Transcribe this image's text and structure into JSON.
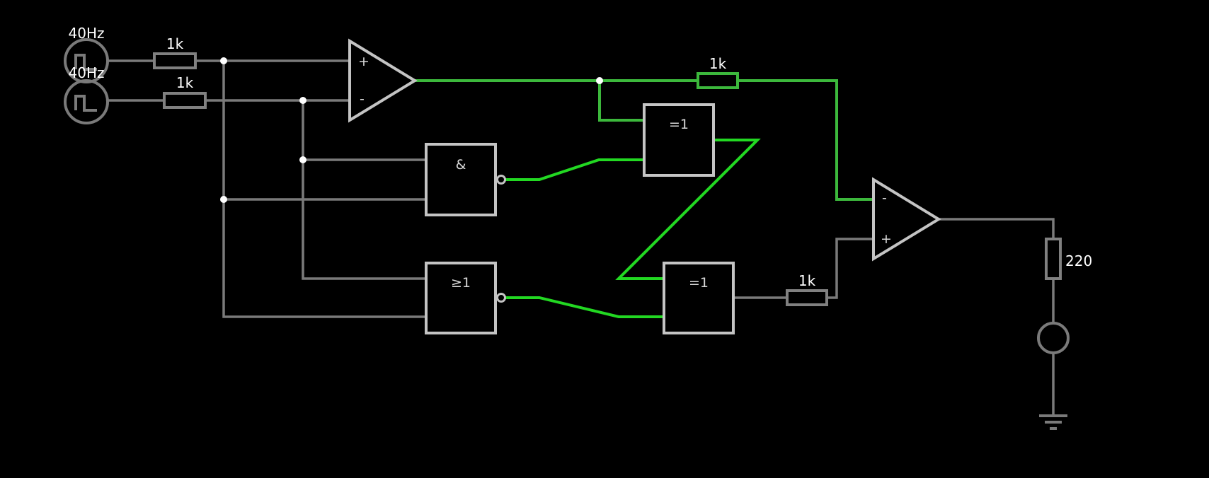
{
  "diagram": {
    "sources": [
      {
        "id": "source-1",
        "label": "40Hz"
      },
      {
        "id": "source-2",
        "label": "40Hz"
      }
    ],
    "resistors": [
      {
        "id": "r1",
        "label": "1k"
      },
      {
        "id": "r2",
        "label": "1k"
      },
      {
        "id": "r3",
        "label": "1k"
      },
      {
        "id": "r4",
        "label": "1k"
      },
      {
        "id": "r5",
        "label": "220"
      }
    ],
    "gates": [
      {
        "id": "nand-gate",
        "label": "&"
      },
      {
        "id": "nor-gate",
        "label": "≥1"
      },
      {
        "id": "xor-gate-1",
        "label": "=1"
      },
      {
        "id": "xor-gate-2",
        "label": "=1"
      }
    ],
    "opamps": [
      {
        "id": "opamp-1",
        "plus": "+",
        "minus": "-"
      },
      {
        "id": "opamp-2",
        "plus": "+",
        "minus": "-"
      }
    ],
    "colors": {
      "background": "#000000",
      "wire_inactive": "#7a7a7a",
      "wire_active": "#22d822",
      "component": "#c4c4c4"
    }
  }
}
